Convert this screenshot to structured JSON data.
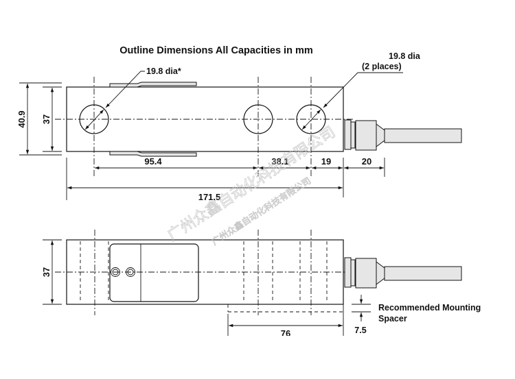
{
  "title": "Outline Dimensions All Capacities in mm",
  "top_view": {
    "hole_label_left": "19.8 dia*",
    "hole_label_right_line1": "19.8 dia",
    "hole_label_right_line2": "(2 places)",
    "dim_height_outer": "40.9",
    "dim_height_body": "37",
    "dim_95": "95.4",
    "dim_38": "38.1",
    "dim_19": "19",
    "dim_20": "20",
    "dim_total": "171.5"
  },
  "side_view": {
    "dim_height": "37",
    "spacer_label_line1": "Recommended Mounting",
    "spacer_label_line2": "Spacer",
    "dim_spacer": "7.5",
    "dim_76": "76"
  },
  "watermark": {
    "line1": "广州众鑫自动化科技有限公司",
    "line2": "广州众鑫自动化科技有限公司"
  }
}
